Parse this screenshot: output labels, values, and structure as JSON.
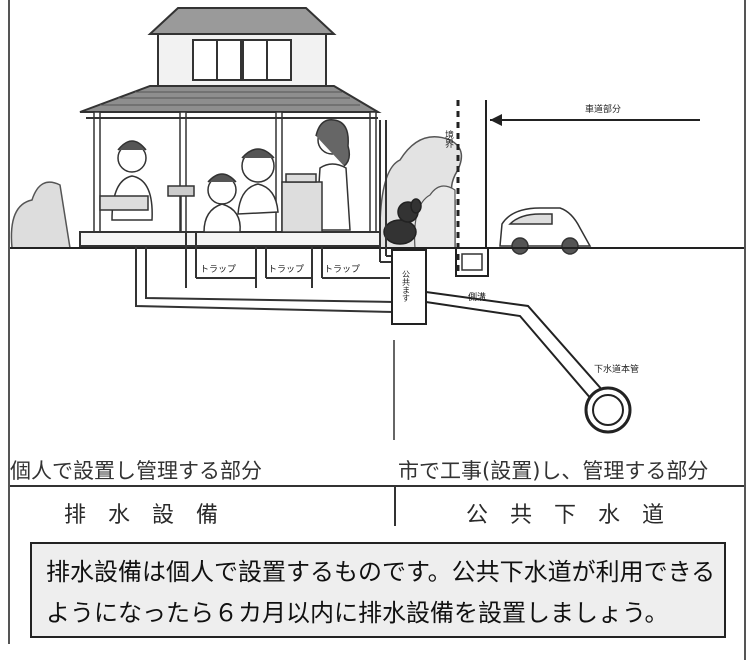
{
  "diagram": {
    "labels": {
      "boundary": "境界",
      "roadway": "車道部分",
      "trap_1": "トラップ",
      "trap_2": "トラップ",
      "trap_3": "トラップ",
      "public_basin": "公共ます",
      "side_gutter": "側溝",
      "sewer_main": "下水道本管"
    }
  },
  "sections": {
    "left_caption": "個人で設置し管理する部分",
    "left_title": "排水設備",
    "right_caption": "市で工事(設置)し、管理する部分",
    "right_title": "公共下水道"
  },
  "note": {
    "line1": "排水設備は個人で設置するものです。公共下水道が利用できる",
    "line2": "ようになったら６カ月以内に排水設備を設置しましょう。"
  }
}
